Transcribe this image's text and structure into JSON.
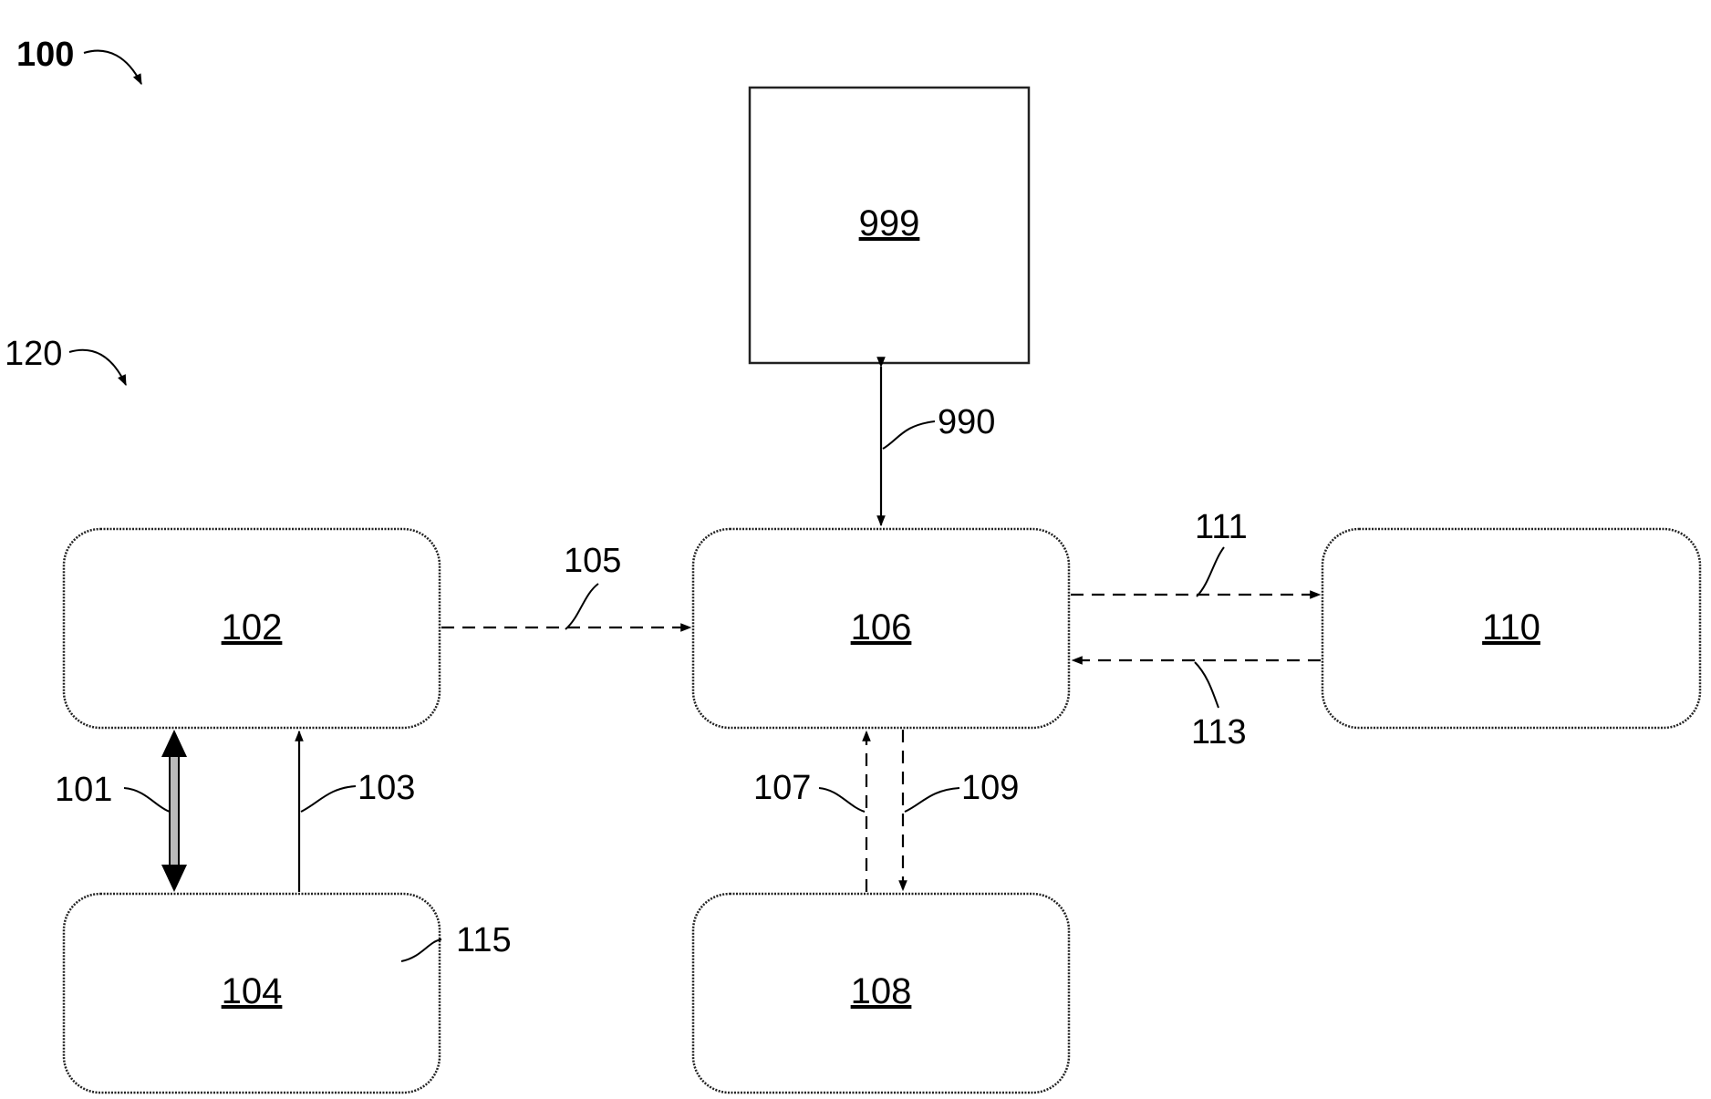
{
  "figure": {
    "main_label": "100",
    "group_label": "120"
  },
  "boxes": {
    "b999": "999",
    "b102": "102",
    "b106": "106",
    "b110": "110",
    "b104": "104",
    "b108": "108"
  },
  "connections": {
    "c990": "990",
    "c105": "105",
    "c111": "111",
    "c113": "113",
    "c101": "101",
    "c103": "103",
    "c107": "107",
    "c109": "109",
    "c115": "115"
  },
  "colors": {
    "line": "#000000",
    "box_border": "#222222",
    "double_arrow_fill": "#bbbbbb"
  }
}
